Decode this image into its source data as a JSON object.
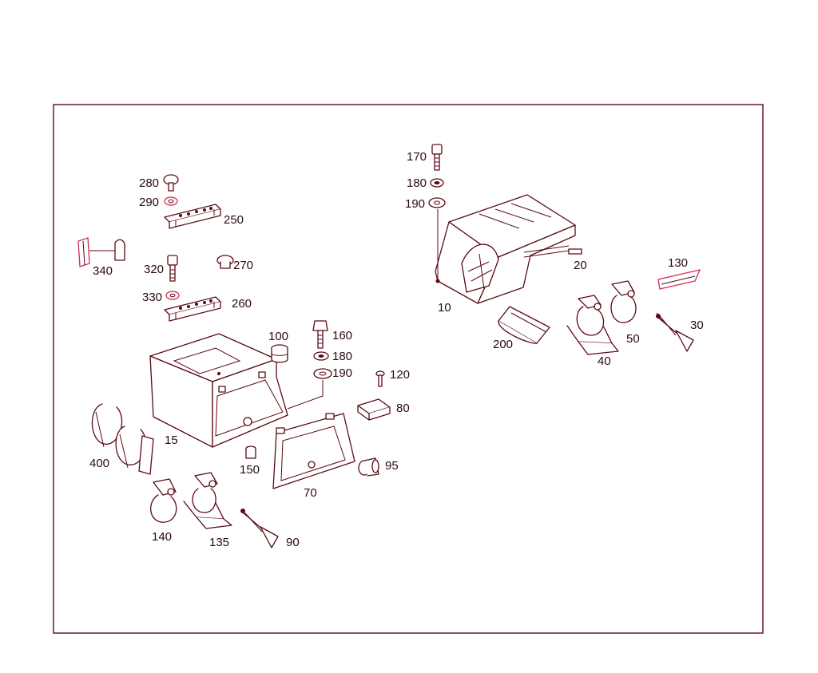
{
  "colors": {
    "line": "#5a0a14",
    "accent": "#d42a55",
    "text": "#2a0a0e",
    "background": "#ffffff"
  },
  "labels": {
    "p10": "10",
    "p15": "15",
    "p20": "20",
    "p30": "30",
    "p40": "40",
    "p50": "50",
    "p70": "70",
    "p80": "80",
    "p90": "90",
    "p95": "95",
    "p100": "100",
    "p120": "120",
    "p130": "130",
    "p135": "135",
    "p140": "140",
    "p150": "150",
    "p160": "160",
    "p170": "170",
    "p180a": "180",
    "p180b": "180",
    "p190a": "190",
    "p190b": "190",
    "p200": "200",
    "p250": "250",
    "p260": "260",
    "p270": "270",
    "p280": "280",
    "p290": "290",
    "p320": "320",
    "p330": "330",
    "p340": "340",
    "p400": "400"
  }
}
